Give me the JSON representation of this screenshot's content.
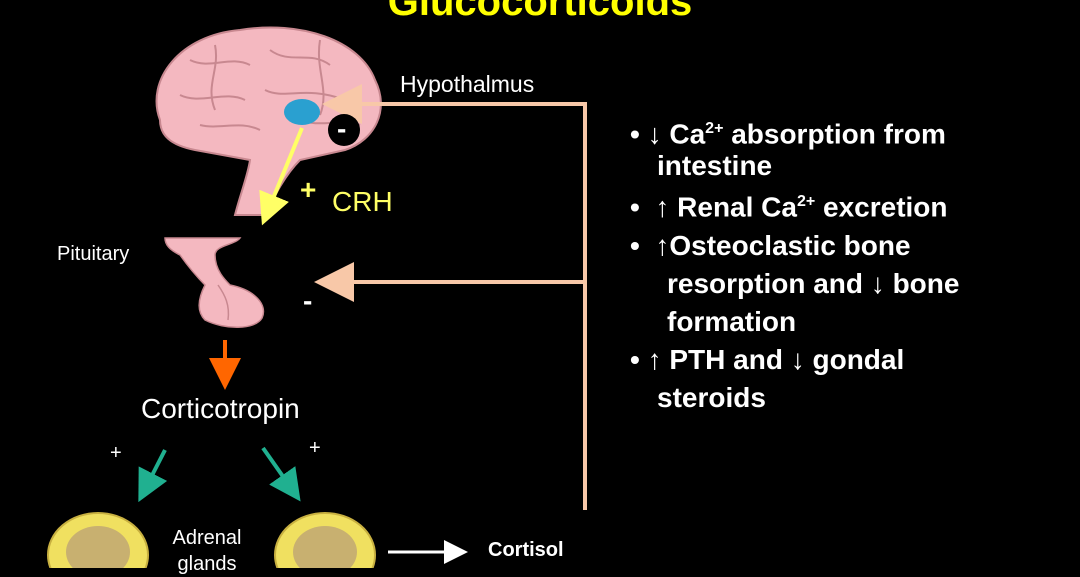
{
  "title": "Glucocorticoids",
  "labels": {
    "hypothalamus": "Hypothalmus",
    "pituitary": "Pituitary",
    "crh_sign": "+",
    "crh": "CRH",
    "minus_hypo": "-",
    "minus_pit": "-",
    "corticotropin": "Corticotropin",
    "plus_left": "+",
    "plus_right": "+",
    "adrenal_line1": "Adrenal",
    "adrenal_line2": "glands",
    "cortisol": "Cortisol"
  },
  "bullets": [
    {
      "marker": "•",
      "pre": "↓ Ca",
      "sup": "2+",
      "post": " absorption from",
      "cont": [
        "intestine"
      ]
    },
    {
      "marker": "•",
      "pre": "↑ Renal Ca",
      "sup": "2+",
      "post": " excretion",
      "cont": []
    },
    {
      "marker": "•",
      "pre": "↑Osteoclastic bone",
      "sup": "",
      "post": "",
      "cont": [
        "resorption and ↓ bone",
        "formation"
      ]
    },
    {
      "marker": "•",
      "pre": "↑ PTH and ↓ gondal",
      "sup": "",
      "post": "",
      "cont": [
        "steroids"
      ]
    }
  ],
  "colors": {
    "title": "#ffff00",
    "feedback_line": "#f8c8a8",
    "crh_arrow": "#ffff66",
    "acth_arrow": "#ff6600",
    "adrenal_arrows": "#20b090",
    "brain": "#f4b8c0",
    "hypothalamus_spot": "#2aa0d0",
    "adrenal_outer": "#f0e060",
    "adrenal_inner": "#c8b070"
  }
}
